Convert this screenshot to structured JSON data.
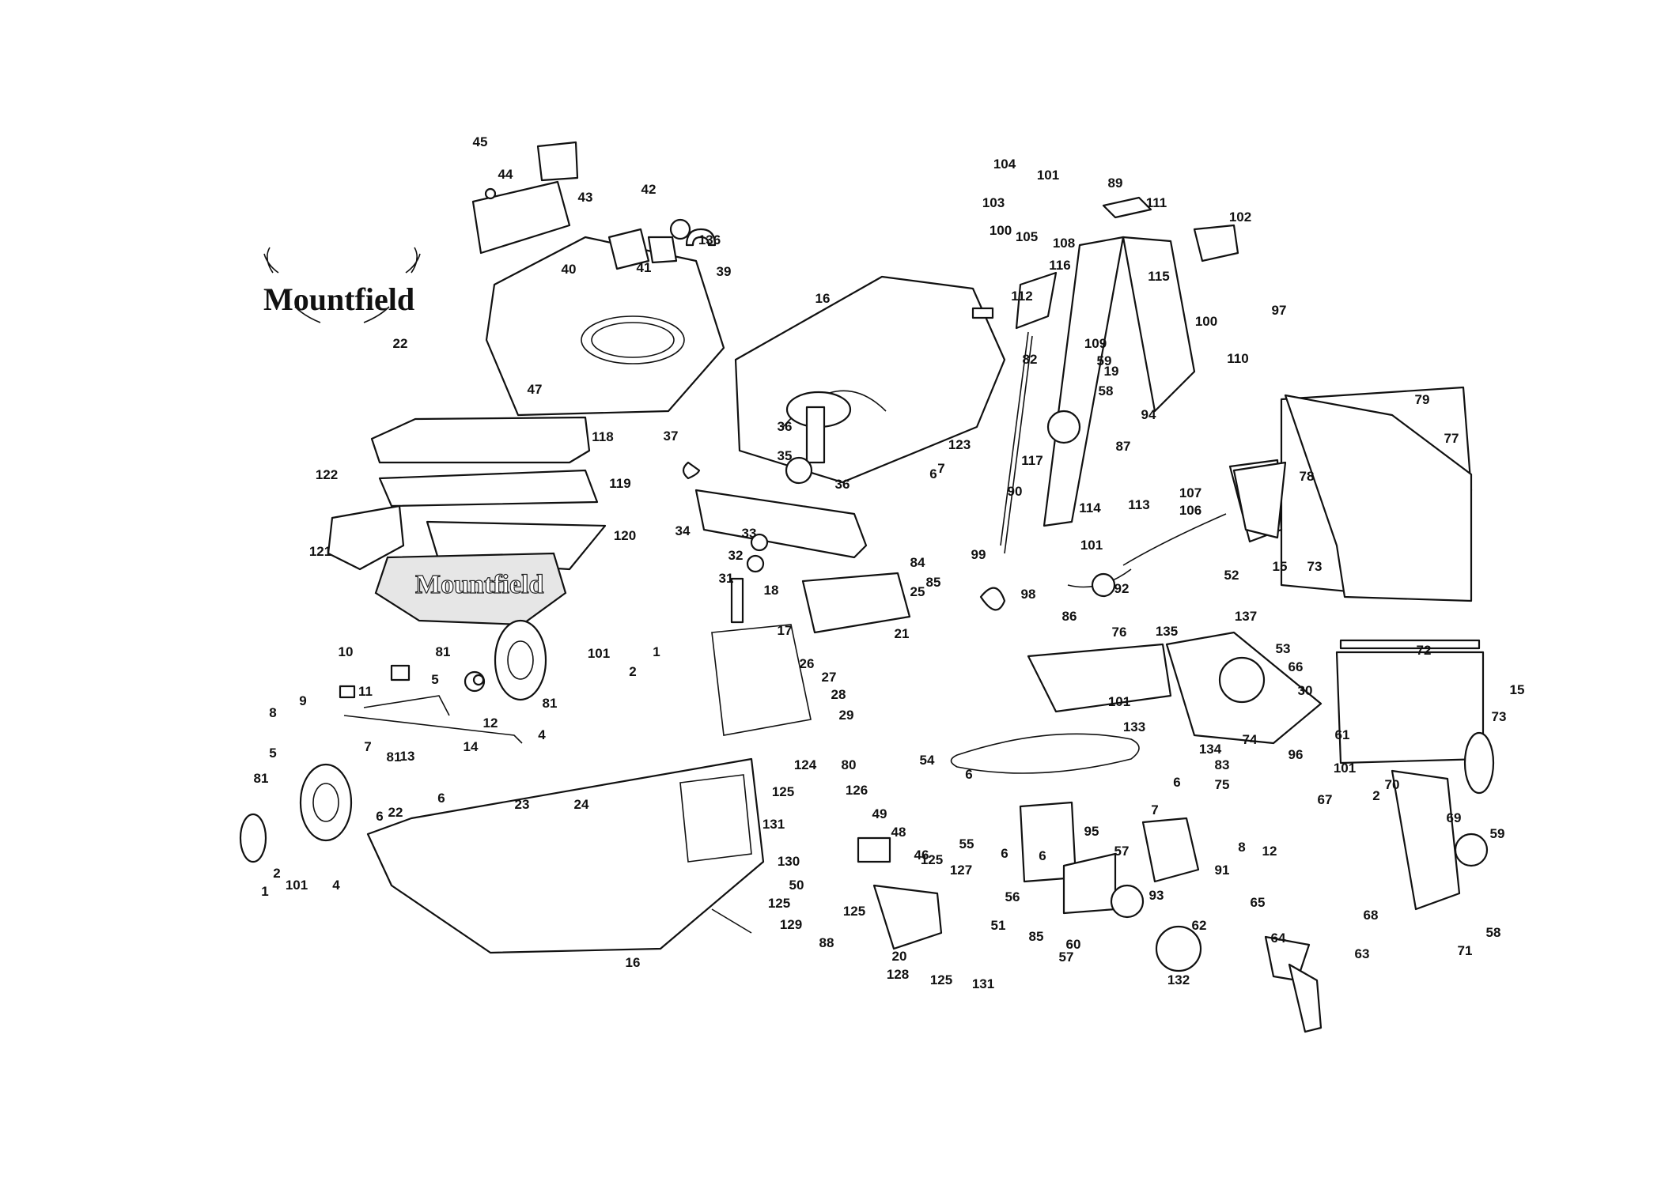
{
  "diagram": {
    "brand": "Mountfield",
    "deck_brand": "Mountfield",
    "part_labels": [
      "1",
      "2",
      "4",
      "5",
      "6",
      "7",
      "8",
      "9",
      "10",
      "11",
      "12",
      "13",
      "14",
      "15",
      "16",
      "17",
      "18",
      "19",
      "20",
      "21",
      "22",
      "23",
      "24",
      "25",
      "26",
      "27",
      "28",
      "29",
      "30",
      "31",
      "32",
      "33",
      "34",
      "35",
      "36",
      "37",
      "39",
      "40",
      "41",
      "42",
      "43",
      "44",
      "45",
      "46",
      "47",
      "48",
      "49",
      "50",
      "51",
      "52",
      "53",
      "54",
      "55",
      "56",
      "57",
      "58",
      "59",
      "60",
      "61",
      "62",
      "63",
      "64",
      "65",
      "66",
      "67",
      "68",
      "69",
      "70",
      "71",
      "72",
      "73",
      "74",
      "75",
      "76",
      "77",
      "78",
      "79",
      "80",
      "81",
      "82",
      "83",
      "84",
      "85",
      "86",
      "87",
      "88",
      "89",
      "90",
      "91",
      "92",
      "93",
      "94",
      "95",
      "96",
      "97",
      "98",
      "99",
      "100",
      "101",
      "102",
      "103",
      "104",
      "105",
      "106",
      "107",
      "108",
      "109",
      "110",
      "111",
      "112",
      "113",
      "114",
      "115",
      "116",
      "117",
      "118",
      "119",
      "120",
      "121",
      "122",
      "123",
      "124",
      "125",
      "126",
      "127",
      "128",
      "129",
      "130",
      "131",
      "132",
      "133",
      "134",
      "135",
      "136",
      "137"
    ]
  }
}
